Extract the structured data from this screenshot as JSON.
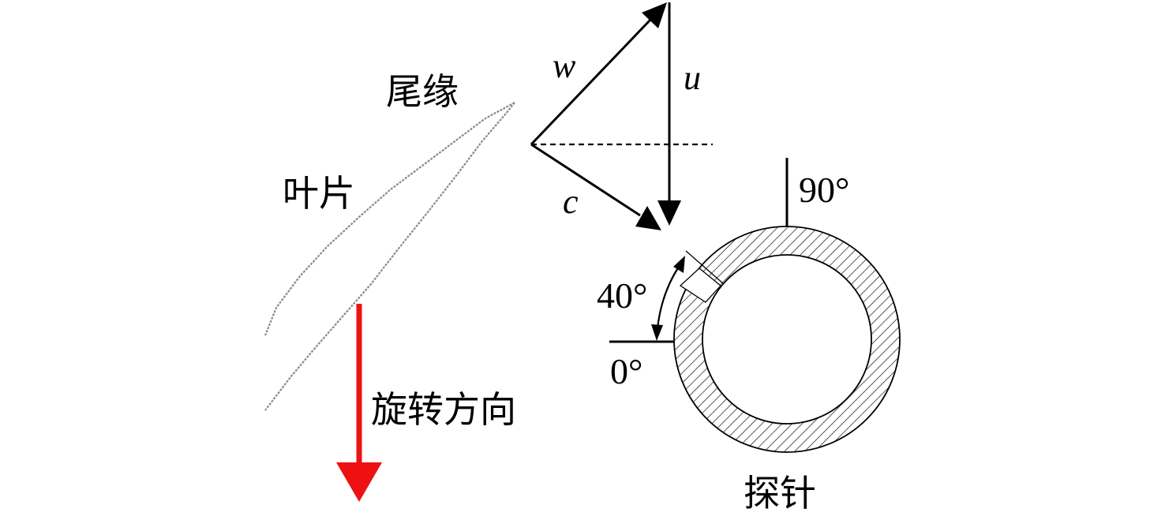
{
  "labels": {
    "trailing_edge": "尾缘",
    "blade": "叶片",
    "rotation_direction": "旋转方向",
    "probe": "探针"
  },
  "vectors": {
    "w": "w",
    "u": "u",
    "c": "c"
  },
  "angles": {
    "deg90": "90°",
    "deg40": "40°",
    "deg0": "0°"
  },
  "colors": {
    "ink": "#000000",
    "rotation_arrow": "#ee1111",
    "blade_line": "#8a8a8a"
  }
}
